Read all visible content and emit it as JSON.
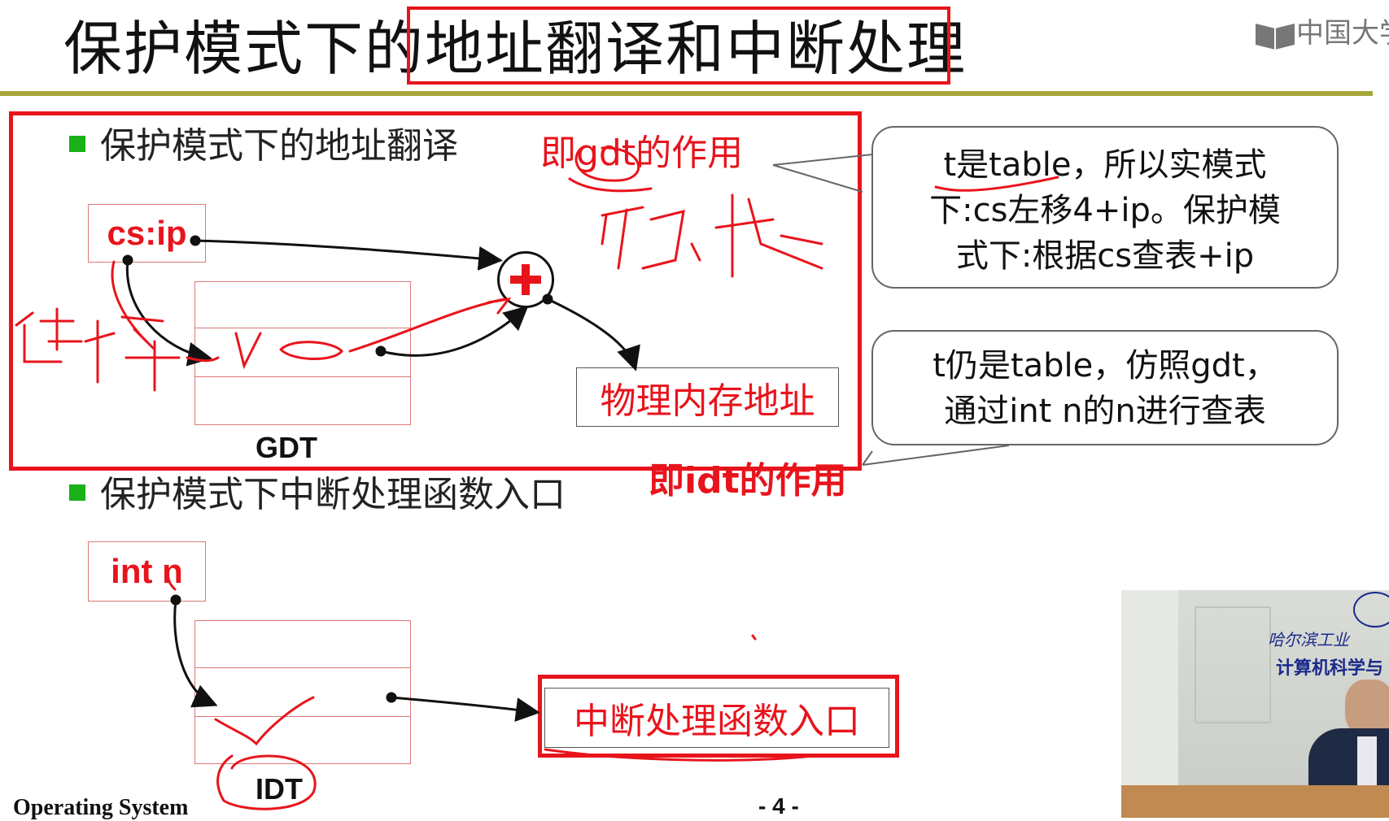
{
  "slide": {
    "title": "保护模式下的地址翻译和中断处理",
    "logo_text": "中国大学",
    "bullets": [
      "保护模式下的地址翻译",
      "保护模式下中断处理函数入口"
    ],
    "footer_left": "Operating System",
    "footer_center": "- 4 -"
  },
  "gdt_section": {
    "selector_label": "cs:ip",
    "table_caption": "GDT",
    "output_label": "物理内存地址",
    "annotation_gdt": "即gdt的作用",
    "handwriting_select": "选择",
    "handwriting_fast": "硬、快"
  },
  "idt_section": {
    "selector_label": "int n",
    "table_caption": "IDT",
    "output_label": "中断处理函数入口",
    "annotation_idt": "即idt的作用"
  },
  "callouts": [
    [
      "t是table，所以实模式",
      "下:cs左移4+ip。保护模",
      "式下:根据cs查表+ip"
    ],
    [
      "t仍是table，仿照gdt，",
      "通过int n的n进行查表"
    ]
  ],
  "video": {
    "sign_line1": "哈尔滨工业",
    "sign_line2": "计算机科学与"
  },
  "colors": {
    "accent_red": "#e8141c",
    "bullet_green": "#19b019",
    "rule_olive": "#a8a73a"
  }
}
